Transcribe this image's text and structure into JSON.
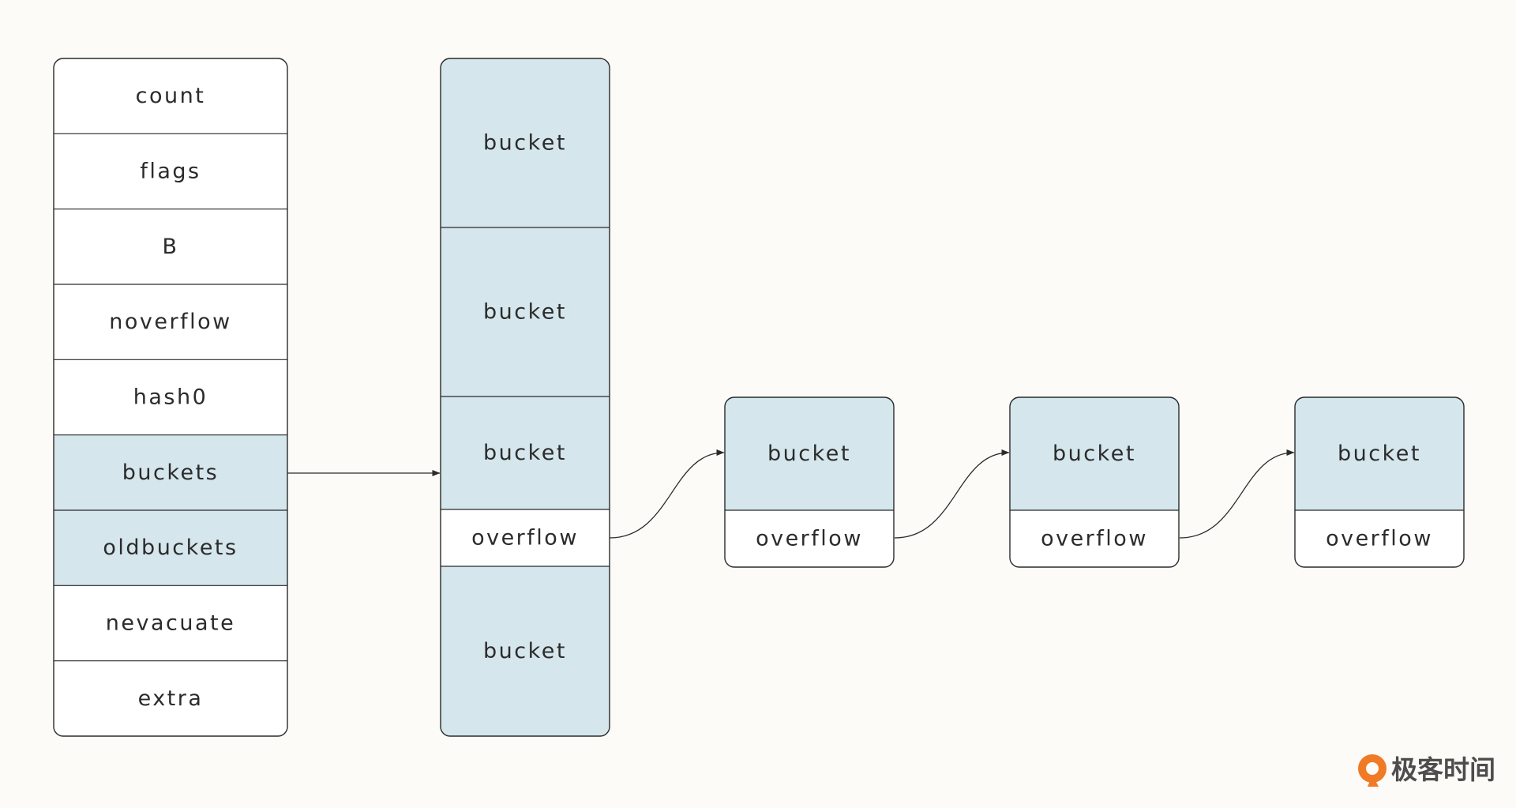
{
  "hmap": {
    "fields": [
      {
        "label": "count",
        "highlighted": false
      },
      {
        "label": "flags",
        "highlighted": false
      },
      {
        "label": "B",
        "highlighted": false
      },
      {
        "label": "noverflow",
        "highlighted": false
      },
      {
        "label": "hash0",
        "highlighted": false
      },
      {
        "label": "buckets",
        "highlighted": true
      },
      {
        "label": "oldbuckets",
        "highlighted": true
      },
      {
        "label": "nevacuate",
        "highlighted": false
      },
      {
        "label": "extra",
        "highlighted": false
      }
    ]
  },
  "bucket_array": {
    "segments": [
      {
        "label": "bucket",
        "kind": "bucket"
      },
      {
        "label": "bucket",
        "kind": "bucket"
      },
      {
        "label": "bucket",
        "kind": "bucket"
      },
      {
        "label": "overflow",
        "kind": "overflow"
      },
      {
        "label": "bucket",
        "kind": "bucket"
      }
    ]
  },
  "overflow_chain": [
    {
      "bucket_label": "bucket",
      "overflow_label": "overflow"
    },
    {
      "bucket_label": "bucket",
      "overflow_label": "overflow"
    },
    {
      "bucket_label": "bucket",
      "overflow_label": "overflow"
    }
  ],
  "colors": {
    "background": "#fcfbf7",
    "highlight_fill": "#d5e6ed",
    "plain_fill": "#ffffff",
    "stroke": "#2a2a2a",
    "logo_orange": "#f07a25"
  },
  "logo": {
    "text": "极客时间",
    "icon": "geektime-logo-icon"
  }
}
